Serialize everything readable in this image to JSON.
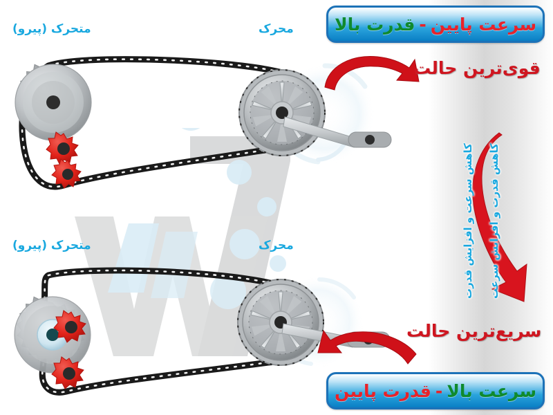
{
  "page": {
    "title": "نسبت دنده دوچرخه",
    "language": "fa",
    "background": "#ffffff"
  },
  "colors": {
    "banner_border": "#1c72b8",
    "banner_fill_top": "#ffffff",
    "banner_fill_bottom": "#0a7fc4",
    "cyan": "#19a8df",
    "red": "#e8232a",
    "red_dark": "#cf1620",
    "green": "#0f8a2e",
    "arrow_red": "#d8141e",
    "gear_grey": "#9fa3a6",
    "gear_light": "#cfd3d6",
    "pulley_red": "#e2231a",
    "chain_black": "#1a1a1a",
    "watermark_grey": "#d9dadb",
    "watermark_blue": "#d9ecf6"
  },
  "banners": {
    "top": {
      "speed_text": "سرعت پایین",
      "speed_color": "red",
      "separator": "-",
      "power_text": "قدرت بالا",
      "power_color": "green"
    },
    "bottom": {
      "speed_text": "سرعت بالا",
      "speed_color": "green",
      "separator": "-",
      "power_text": "قدرت پایین",
      "power_color": "red"
    }
  },
  "labels": {
    "driven": "متحرک (پیرو)",
    "driver": "محرک"
  },
  "captions": {
    "strongest": "قوی‌ترین حالت",
    "fastest": "سریع‌ترین حالت"
  },
  "vertical_captions": {
    "right": "کاهش قدرت و افزایش سرعت",
    "left": "کاهش سرعت و افزایش قدرت"
  },
  "diagrams": [
    {
      "name": "top-diagram",
      "state": "strongest",
      "driver_gear": "بزرگ",
      "driven_gear": "بزرگ",
      "pulleys": 2
    },
    {
      "name": "bottom-diagram",
      "state": "fastest",
      "driver_gear": "بزرگ",
      "driven_gear": "کوچک",
      "pulleys": 2
    }
  ],
  "icons": {
    "arrow_curved_top": "curved-arrow-right-icon",
    "arrow_curved_bottom": "curved-arrow-left-icon",
    "arrow_vertical": "curved-arrow-down-icon"
  }
}
